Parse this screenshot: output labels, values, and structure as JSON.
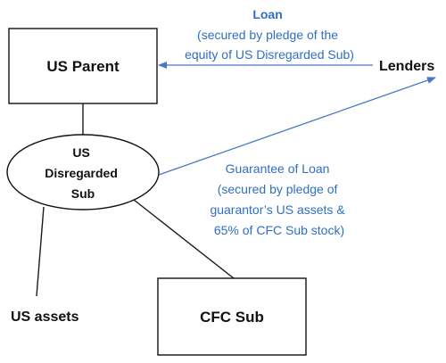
{
  "nodes": {
    "us_parent": "US Parent",
    "lenders": "Lenders",
    "disregarded_sub": [
      "US",
      "Disregarded",
      "Sub"
    ],
    "us_assets": "US assets",
    "cfc_sub": "CFC Sub"
  },
  "edges": {
    "loan": {
      "title": "Loan",
      "lines": [
        "(secured by pledge of the",
        "equity of US Disregarded Sub)"
      ]
    },
    "guarantee": {
      "lines": [
        "Guarantee of Loan",
        "(secured by pledge of",
        "guarantor’s US assets &",
        "65% of CFC Sub stock)"
      ]
    }
  },
  "colors": {
    "annotation_blue": "#2f6fc4",
    "arrow_blue": "#4a78c2",
    "outline": "#111111"
  }
}
